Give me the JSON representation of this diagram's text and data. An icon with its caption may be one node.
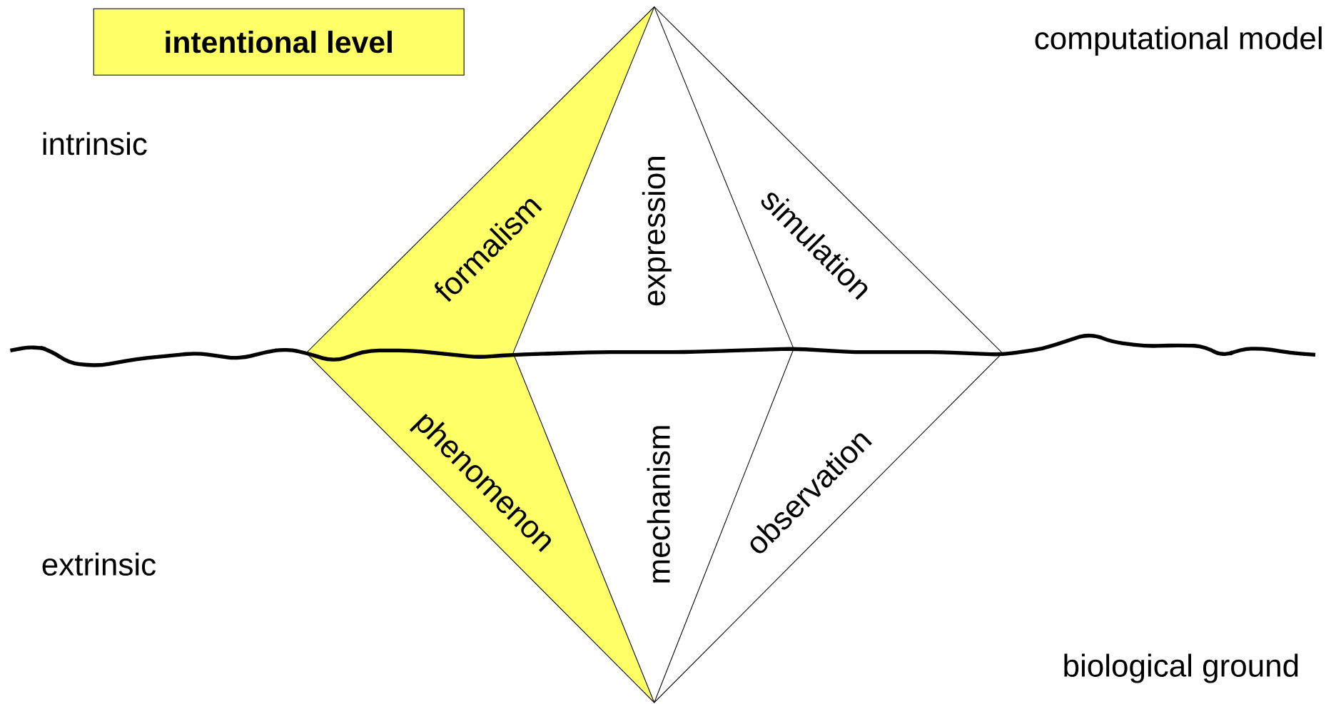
{
  "diagram": {
    "nodes": [
      {
        "text": [
          "intentional level"
        ]
      }
    ],
    "labels": [
      "computational model",
      "intrinsic",
      "formalism",
      "expression",
      "simulation",
      "phenomenon",
      "mechanism",
      "observation",
      "extrinsic",
      "biological ground"
    ]
  }
}
